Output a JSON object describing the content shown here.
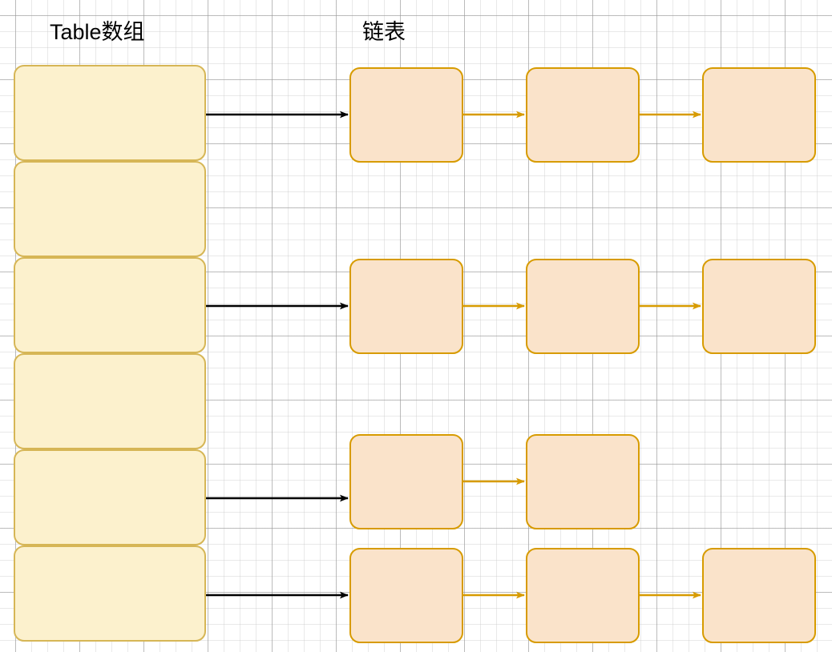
{
  "diagram": {
    "title_left": "Table数组",
    "title_right": "链表",
    "colors": {
      "array_fill": "#fcf1cd",
      "array_stroke": "#d6b656",
      "node_fill": "#fae3ca",
      "node_stroke": "#d79b00",
      "pointer_arrow": "#000000",
      "chain_arrow": "#d79b00",
      "grid_minor": "#e6e6e6",
      "grid_major": "#cccccc",
      "background": "#ffffff"
    },
    "array": {
      "name": "table-array",
      "cell_count": 6,
      "cells": [
        {
          "index": 0,
          "label": "",
          "has_chain": true,
          "chain_row": 0
        },
        {
          "index": 1,
          "label": "",
          "has_chain": false,
          "chain_row": null
        },
        {
          "index": 2,
          "label": "",
          "has_chain": true,
          "chain_row": 1
        },
        {
          "index": 3,
          "label": "",
          "has_chain": false,
          "chain_row": null
        },
        {
          "index": 4,
          "label": "",
          "has_chain": true,
          "chain_row": 2
        },
        {
          "index": 5,
          "label": "",
          "has_chain": true,
          "chain_row": 3
        }
      ]
    },
    "chains": [
      {
        "row": 0,
        "node_count": 3,
        "nodes": [
          {
            "label": ""
          },
          {
            "label": ""
          },
          {
            "label": ""
          }
        ]
      },
      {
        "row": 1,
        "node_count": 3,
        "nodes": [
          {
            "label": ""
          },
          {
            "label": ""
          },
          {
            "label": ""
          }
        ]
      },
      {
        "row": 2,
        "node_count": 2,
        "nodes": [
          {
            "label": ""
          },
          {
            "label": ""
          }
        ]
      },
      {
        "row": 3,
        "node_count": 3,
        "nodes": [
          {
            "label": ""
          },
          {
            "label": ""
          },
          {
            "label": ""
          }
        ]
      }
    ]
  }
}
